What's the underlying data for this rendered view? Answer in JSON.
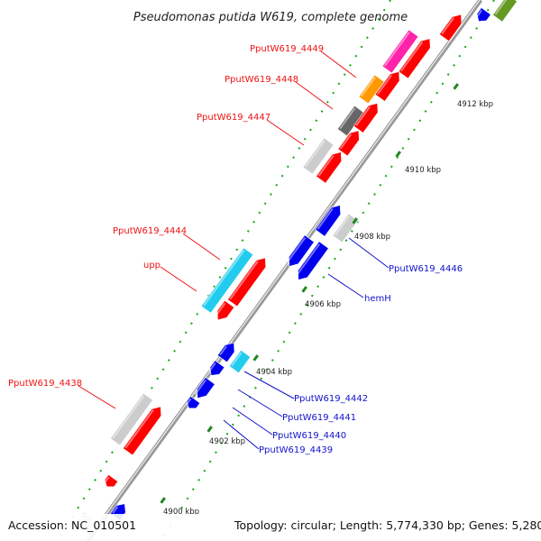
{
  "title": "Pseudomonas putida W619, complete genome",
  "footer": {
    "accession": "Accession: NC_010501",
    "topology": "Topology: circular; Length: 5,774,330 bp; Genes: 5,280"
  },
  "ticks": [
    "4900 kbp",
    "4902 kbp",
    "4904 kbp",
    "4906 kbp",
    "4908 kbp",
    "4910 kbp",
    "4912 kbp"
  ],
  "colors": {
    "red": "#ff0000",
    "blue": "#0000ee",
    "cyan": "#22ccee",
    "gray": "#cccccc",
    "darkgray": "#666666",
    "orange": "#ff9900",
    "magenta": "#ff22aa",
    "olive": "#669922",
    "tick_green": "#228822",
    "label_red": "#ee1111",
    "label_blue": "#1111cc"
  },
  "labels": [
    {
      "id": "pputw619-4449",
      "text": "PputW619_4449",
      "color": "red"
    },
    {
      "id": "pputw619-4448",
      "text": "PputW619_4448",
      "color": "red"
    },
    {
      "id": "pputw619-4447",
      "text": "PputW619_4447",
      "color": "red"
    },
    {
      "id": "pputw619-4444",
      "text": "PputW619_4444",
      "color": "red"
    },
    {
      "id": "upp",
      "text": "upp",
      "color": "red"
    },
    {
      "id": "pputw619-4438",
      "text": "PputW619_4438",
      "color": "red"
    },
    {
      "id": "pputw619-4446",
      "text": "PputW619_4446",
      "color": "blue"
    },
    {
      "id": "hemh",
      "text": "hemH",
      "color": "blue"
    },
    {
      "id": "pputw619-4442",
      "text": "PputW619_4442",
      "color": "blue"
    },
    {
      "id": "pputw619-4441",
      "text": "PputW619_4441",
      "color": "blue"
    },
    {
      "id": "pputw619-4440",
      "text": "PputW619_4440",
      "color": "blue"
    },
    {
      "id": "pputw619-4439",
      "text": "PputW619_4439",
      "color": "blue"
    }
  ]
}
